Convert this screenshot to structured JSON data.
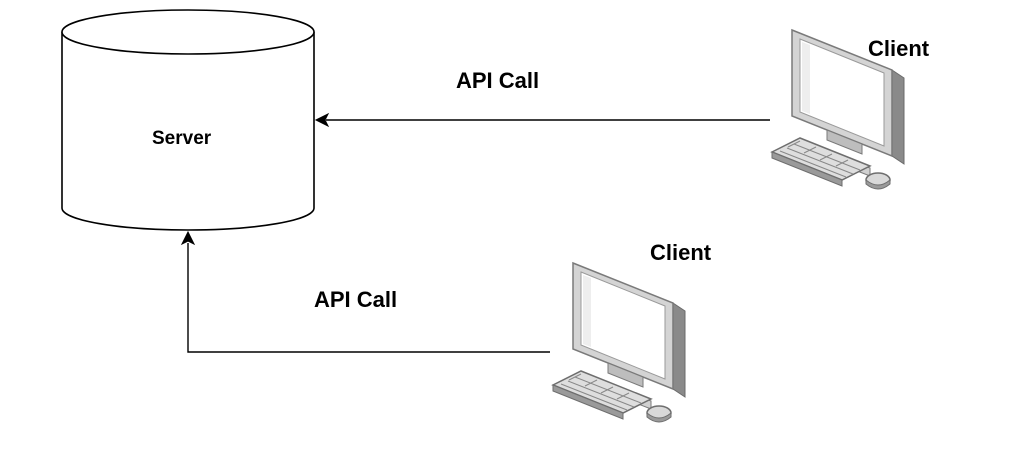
{
  "server": {
    "label": "Server"
  },
  "connections": [
    {
      "label": "API Call"
    },
    {
      "label": "API Call"
    }
  ],
  "clients": [
    {
      "label": "Client"
    },
    {
      "label": "Client"
    }
  ],
  "colors": {
    "stroke": "#000000",
    "monitor_frame": "#d9d9d9",
    "monitor_shade": "#8a8a8a",
    "screen": "#ffffff"
  },
  "icons": [
    "database-cylinder-icon",
    "desktop-computer-icon",
    "arrow-head-icon"
  ]
}
